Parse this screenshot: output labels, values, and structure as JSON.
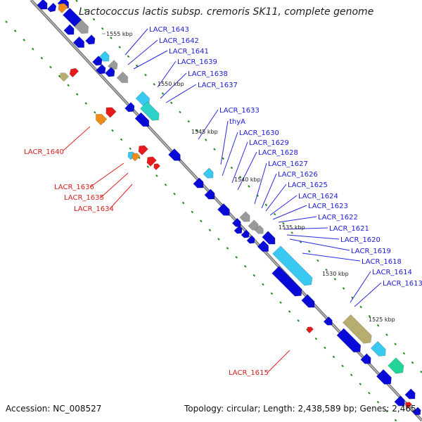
{
  "title": "Lactococcus lactis subsp. cremoris SK11, complete genome",
  "footer": {
    "accession": "Accession: NC_008527",
    "summary": "Topology: circular; Length: 2,438,589 bp; Genes: 2,465"
  },
  "scale_labels": [
    "1555 kbp",
    "1550 kbp",
    "1545 kbp",
    "1540 kbp",
    "1535 kbp",
    "1530 kbp",
    "1525 kbp"
  ],
  "forward_labels": [
    "LACR_1643",
    "LACR_1642",
    "LACR_1641",
    "LACR_1639",
    "LACR_1638",
    "LACR_1637",
    "LACR_1633",
    "thyA",
    "LACR_1630",
    "LACR_1629",
    "LACR_1628",
    "LACR_1627",
    "LACR_1626",
    "LACR_1625",
    "LACR_1624",
    "LACR_1623",
    "LACR_1622",
    "LACR_1621",
    "LACR_1620",
    "LACR_1619",
    "LACR_1618",
    "LACR_1614",
    "LACR_1613"
  ],
  "reverse_labels": [
    "LACR_1640",
    "LACR_1636",
    "LACR_1635",
    "LACR_1634",
    "LACR_1615"
  ],
  "colors": {
    "backbone": "#8a8a8a",
    "cds": "#0a0ad8",
    "cyan": "#39c8ef",
    "teal": "#2ed2c8",
    "grey": "#9a9a9a",
    "olive": "#b8ad70",
    "orange": "#f08a1c",
    "red": "#e61a1a",
    "tick": "#1f8a1f",
    "label_forward": "#1c1cd6",
    "label_reverse": "#d81c1c"
  }
}
